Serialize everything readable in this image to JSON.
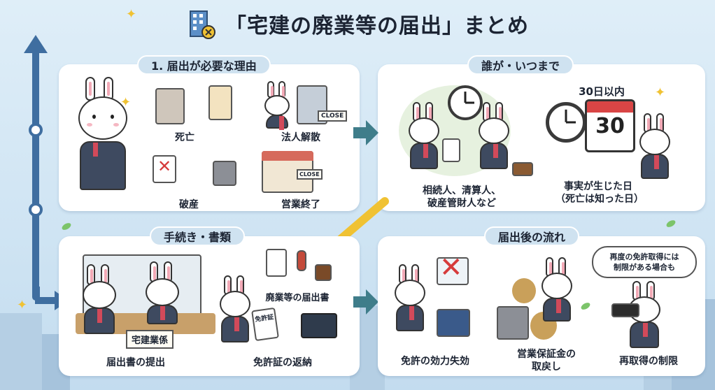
{
  "title": "「宅建の廃業等の届出」まとめ",
  "sections": {
    "reasons": {
      "heading": "1. 届出が必要な理由",
      "items": [
        "死亡",
        "法人解散",
        "破産",
        "営業終了"
      ]
    },
    "who": {
      "heading": "誰が・いつまで",
      "who_text_1": "相続人、清算人、",
      "who_text_2": "破産管財人など",
      "deadline": "30日以内",
      "calendar_number": "30",
      "when_1": "事実が生じた日",
      "when_2": "（死亡は知った日）"
    },
    "procedure": {
      "heading": "手続き・書類",
      "counter_sign": "宅建業係",
      "doc_label": "廃業等の届出書",
      "step1": "届出書の提出",
      "step2": "免許証の返納"
    },
    "after": {
      "heading": "届出後の流れ",
      "note_1": "再度の免許取得には",
      "note_2": "制限がある場合も",
      "item1": "免許の効力失効",
      "item2_1": "営業保証金の",
      "item2_2": "取戻し",
      "item3": "再取得の制限"
    }
  },
  "signs": {
    "close_1": "CLOSE",
    "close_2": "CLOSE",
    "license_card": "免許証"
  },
  "colors": {
    "background": "#cfe4f3",
    "panel": "#ffffff",
    "pill": "#cfe2f0",
    "arrow": "#3f7d8a",
    "accent_yellow": "#f0c233",
    "flow_line": "#3f6ea0"
  }
}
